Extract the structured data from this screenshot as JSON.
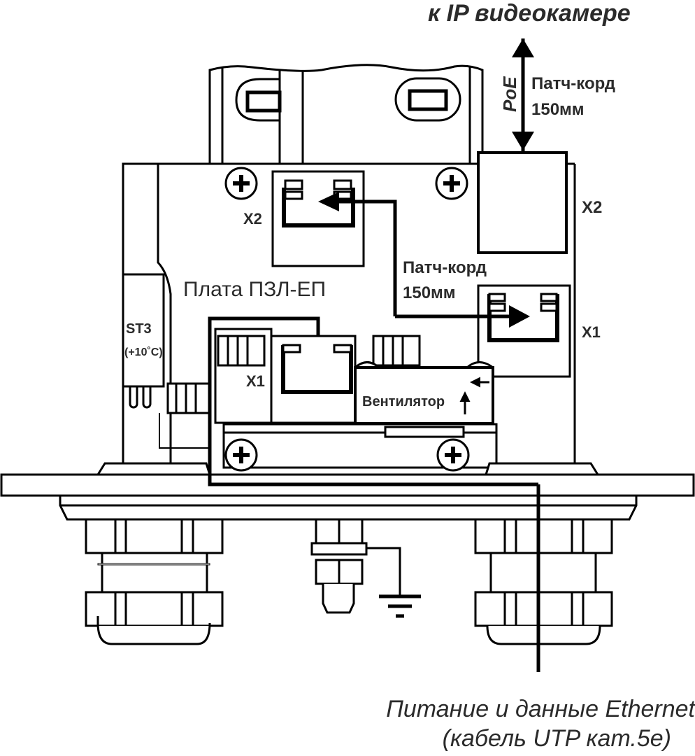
{
  "title_top": "к IP видеокамере",
  "poe_label": "PoE",
  "patch_top": {
    "line1": "Патч-корд",
    "line2": "150мм"
  },
  "patch_mid": {
    "line1": "Патч-корд",
    "line2": "150мм"
  },
  "board_label": "Плата ПЗЛ-ЕП",
  "sensor_label": {
    "line1": "ST3",
    "line2": "(+10˚C)"
  },
  "connectors": {
    "x2_board": "X2",
    "x1_board": "X1",
    "x2_right": "X2",
    "x1_right": "X1"
  },
  "fan_label": "Вентилятор",
  "bottom_caption": {
    "line1": "Питание и данные Ethernet",
    "line2": "(кабель UTP кат.5е)"
  },
  "colors": {
    "line": "#000000",
    "text": "#2b2b2b",
    "background": "#ffffff"
  }
}
